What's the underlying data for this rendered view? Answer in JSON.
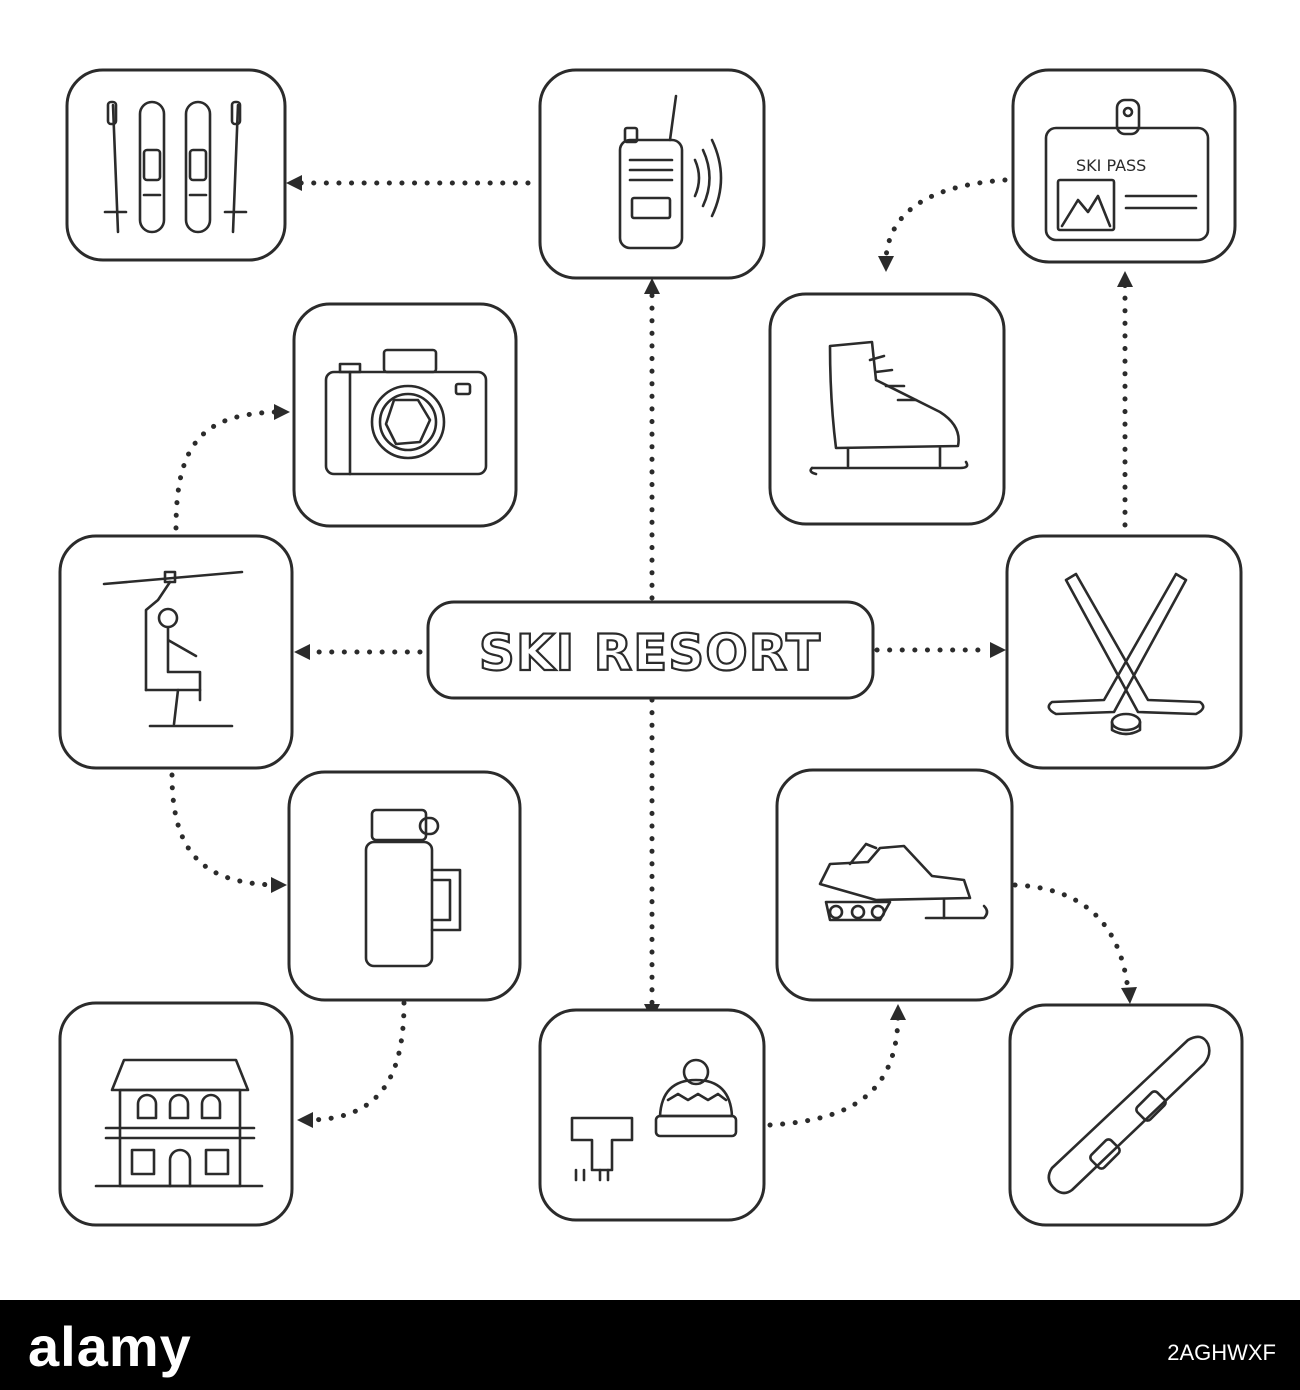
{
  "diagram": {
    "central_topic": "SKI RESORT",
    "nodes": [
      {
        "id": "skis",
        "icon": "skis-and-poles-icon"
      },
      {
        "id": "walkie",
        "icon": "walkie-talkie-icon"
      },
      {
        "id": "skipass",
        "icon": "ski-pass-icon",
        "label": "SKI PASS"
      },
      {
        "id": "camera",
        "icon": "camera-icon"
      },
      {
        "id": "skate",
        "icon": "ice-skate-icon"
      },
      {
        "id": "lift",
        "icon": "chairlift-icon"
      },
      {
        "id": "hockey",
        "icon": "hockey-sticks-icon"
      },
      {
        "id": "thermos",
        "icon": "thermos-icon"
      },
      {
        "id": "snowmobile",
        "icon": "snowmobile-icon"
      },
      {
        "id": "hotel",
        "icon": "hotel-icon"
      },
      {
        "id": "scarfhat",
        "icon": "scarf-and-hat-icon"
      },
      {
        "id": "snowboard",
        "icon": "snowboard-icon"
      }
    ],
    "connections": [
      {
        "from": "walkie",
        "to": "skis"
      },
      {
        "from": "center",
        "to": "walkie"
      },
      {
        "from": "center",
        "to": "scarfhat"
      },
      {
        "from": "center",
        "to": "lift"
      },
      {
        "from": "center",
        "to": "hockey"
      },
      {
        "from": "skipass",
        "to": "skate"
      },
      {
        "from": "hockey",
        "to": "skipass"
      },
      {
        "from": "lift",
        "to": "camera"
      },
      {
        "from": "lift",
        "to": "thermos"
      },
      {
        "from": "thermos",
        "to": "hotel"
      },
      {
        "from": "scarfhat",
        "to": "snowmobile"
      },
      {
        "from": "snowmobile",
        "to": "snowboard"
      }
    ]
  },
  "footer": {
    "brand": "alamy",
    "stock_id": "2AGHWXF"
  },
  "colors": {
    "line": "#2b2b2b",
    "background": "#ffffff",
    "footer": "#000000"
  }
}
